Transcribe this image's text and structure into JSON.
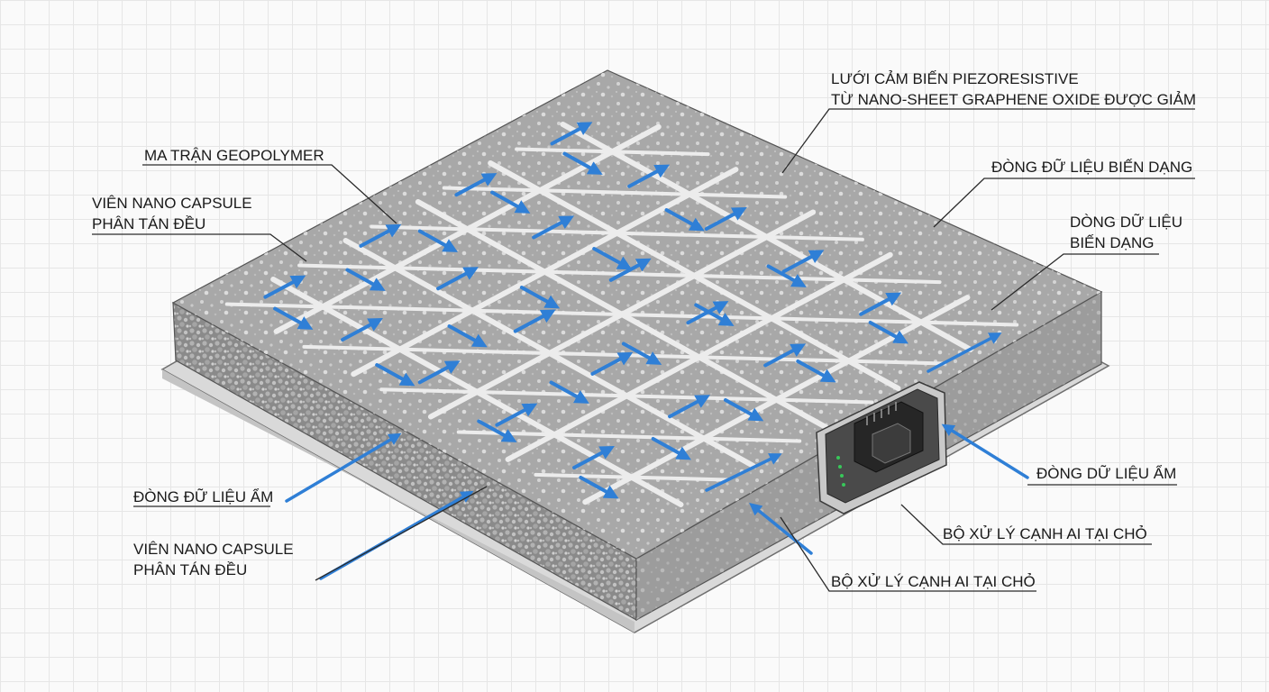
{
  "labels": {
    "sensor_mesh": {
      "line1": "LƯỚI CẢM BIẾN PIEZORESISTIVE",
      "line2": "TỪ NANO-SHEET GRAPHENE OXIDE ĐƯỢC GIẢM"
    },
    "geopolymer_matrix": "MA TRẬN GEOPOLYMER",
    "nano_capsule_top": {
      "line1": "VIÊN NANO CAPSULE",
      "line2": "PHÂN TÁN ĐỀU"
    },
    "strain_data_1": "ĐÒNG ĐỮ LIỆU BIẾN DẠNG",
    "strain_data_2": {
      "line1": "DÒNG DỮ LIỆU",
      "line2": "BIẾN DẠNG"
    },
    "moisture_data_left": "ĐÒNG ĐỮ LIỆU ẨM",
    "nano_capsule_bottom": {
      "line1": "VIÊN NANO CAPSULE",
      "line2": "PHÂN TÁN ĐỀU"
    },
    "moisture_data_right": "ĐÒNG DỮ LIỆU ẨM",
    "edge_ai_processor_1": "BỘ XỬ LÝ CẠNH AI TẠI CHỎ",
    "edge_ai_processor_2": "BỘ XỬ LÝ CẠNH AI TẠI CHỎ"
  },
  "colors": {
    "background": "#fafafa",
    "grid": "#e6e6e6",
    "slab_top": "#a8a8a8",
    "slab_left": "#8e8e8e",
    "slab_right": "#9c9c9c",
    "mesh": "#e9e9e9",
    "data_arrow": "#2f7fd6",
    "leader": "#2a2a2a"
  }
}
